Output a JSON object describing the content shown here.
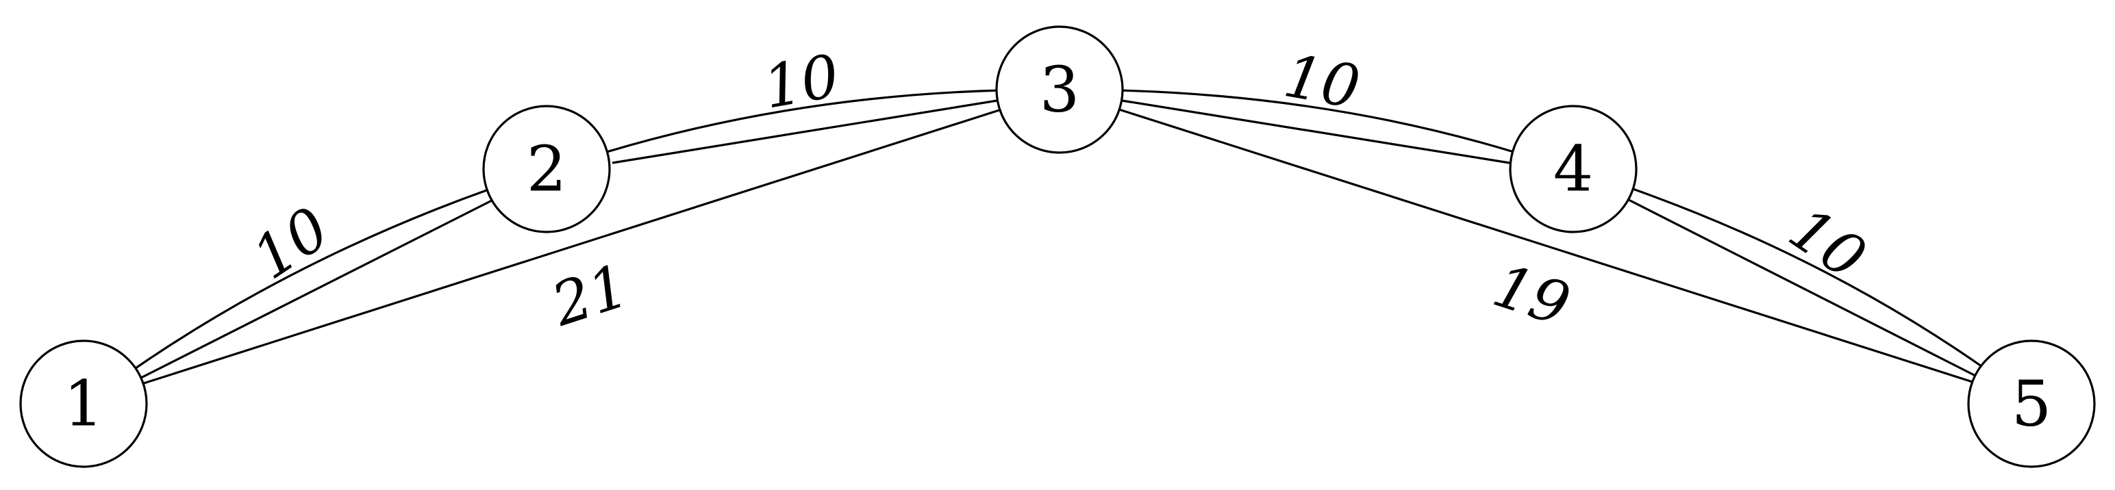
{
  "graph": {
    "nodes": [
      {
        "id": "1",
        "label": "1"
      },
      {
        "id": "2",
        "label": "2"
      },
      {
        "id": "3",
        "label": "3"
      },
      {
        "id": "4",
        "label": "4"
      },
      {
        "id": "5",
        "label": "5"
      }
    ],
    "edges": [
      {
        "id": "e12_labeled",
        "from": "1",
        "to": "2",
        "weight": "10"
      },
      {
        "id": "e12_straight",
        "from": "1",
        "to": "2",
        "weight": ""
      },
      {
        "id": "e23_labeled",
        "from": "2",
        "to": "3",
        "weight": "10"
      },
      {
        "id": "e23_straight",
        "from": "2",
        "to": "3",
        "weight": ""
      },
      {
        "id": "e34_labeled",
        "from": "3",
        "to": "4",
        "weight": "10"
      },
      {
        "id": "e34_straight",
        "from": "3",
        "to": "4",
        "weight": ""
      },
      {
        "id": "e45_labeled",
        "from": "4",
        "to": "5",
        "weight": "10"
      },
      {
        "id": "e45_straight",
        "from": "4",
        "to": "5",
        "weight": ""
      },
      {
        "id": "e13",
        "from": "1",
        "to": "3",
        "weight": "21"
      },
      {
        "id": "e35",
        "from": "3",
        "to": "5",
        "weight": "19"
      }
    ]
  }
}
